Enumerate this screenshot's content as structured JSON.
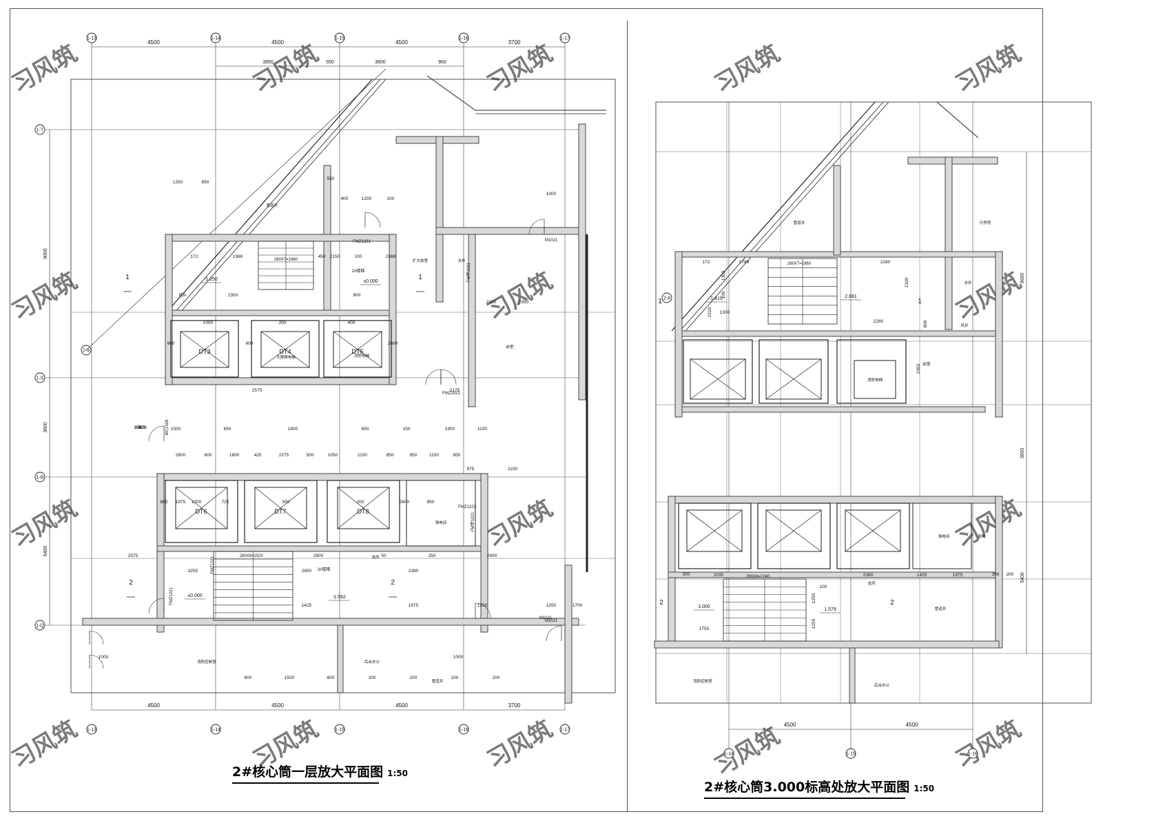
{
  "plan1": {
    "title": "2#核心筒一层放大平面图",
    "scale": "1:50",
    "axes_x": [
      "1-13",
      "1-14",
      "1-15",
      "1-16",
      "1-17"
    ],
    "axes_y": [
      "1-T",
      "1-S",
      "1-R",
      "1-Q"
    ],
    "axis_diag": "2-9",
    "dims_top": [
      "4500",
      "4500",
      "4500",
      "3700"
    ],
    "dims_top2": [
      "3950",
      "550",
      "3600",
      "900"
    ],
    "dims_bottom": [
      "4500",
      "4500",
      "4500",
      "3700"
    ],
    "dims_left": [
      "9000",
      "3600",
      "5400"
    ],
    "elevators": [
      "DT3",
      "DT4",
      "DT5",
      "DT6",
      "DT7",
      "DT8"
    ],
    "doors": [
      "FMZ1221",
      "FM甲1021",
      "M1021",
      "FMZ1521",
      "MC1526",
      "FMZ1221",
      "FM甲1021",
      "M1021",
      "M1021",
      "FMZ1221",
      "FMZ1221"
    ],
    "levels": [
      "-1.250",
      "±0.000",
      "±0.000",
      "-1.562"
    ],
    "stairs": [
      "2#楼梯",
      "3#楼梯"
    ],
    "stair_spec": [
      "280X7=1960",
      "280X9=2520"
    ],
    "rooms": [
      "管道井",
      "扩大前室",
      "水井",
      "风井",
      "前室",
      "管道井",
      "消防控制室",
      "后台办公",
      "强电间",
      "送风",
      "消防电梯",
      "无障碍电梯"
    ],
    "section_marks": [
      "1",
      "1",
      "2",
      "2"
    ],
    "misc_dims": [
      "1250",
      "650",
      "550",
      "400",
      "1200",
      "100",
      "1000",
      "172",
      "1368",
      "450",
      "2150",
      "100",
      "2368",
      "2300",
      "800",
      "2100",
      "2350",
      "1000",
      "200",
      "400",
      "600",
      "600",
      "2600",
      "2575",
      "2175",
      "300",
      "2400",
      "325",
      "200",
      "1500",
      "650",
      "1800",
      "650",
      "150",
      "1900",
      "1100",
      "2800",
      "600",
      "1800",
      "425",
      "2275",
      "500",
      "1050",
      "1100",
      "850",
      "850",
      "1100",
      "850",
      "875",
      "1100",
      "850",
      "725",
      "550",
      "200",
      "800",
      "1975",
      "1200",
      "2600",
      "2575",
      "2600",
      "50",
      "250",
      "2400",
      "3250",
      "2650",
      "2380",
      "1425",
      "1975",
      "1250",
      "1250",
      "1700",
      "1000",
      "1000",
      "800",
      "1500",
      "600",
      "200",
      "200",
      "100",
      "200"
    ]
  },
  "plan2": {
    "title": "2#核心筒3.000标高处放大平面图",
    "scale": "1:50",
    "axes_x": [
      "1-14",
      "1-15",
      "1-16"
    ],
    "axis_diag": "2-9",
    "dims_bottom": [
      "4500",
      "4500"
    ],
    "dims_right": [
      "9000",
      "3600",
      "5400"
    ],
    "levels": [
      "1.419",
      "2.681",
      "3.000",
      "1.579"
    ],
    "stair_spec": [
      "280X7=1960",
      "280X8=2240"
    ],
    "rooms": [
      "管道井",
      "行李房",
      "水井",
      "风井",
      "前室",
      "强电间",
      "弱电",
      "送风",
      "消防控制室",
      "后台办公",
      "管道井",
      "消防电梯"
    ],
    "section_marks": [
      "1",
      "1",
      "2",
      "2"
    ],
    "misc_dims": [
      "172",
      "1788",
      "2280",
      "1300",
      "100",
      "2210",
      "1300",
      "2280",
      "2100",
      "800",
      "2350",
      "1425",
      "1975",
      "2030",
      "2380",
      "200",
      "200",
      "200",
      "1750",
      "1250",
      "1250",
      "100"
    ]
  },
  "watermark": "习风筑"
}
